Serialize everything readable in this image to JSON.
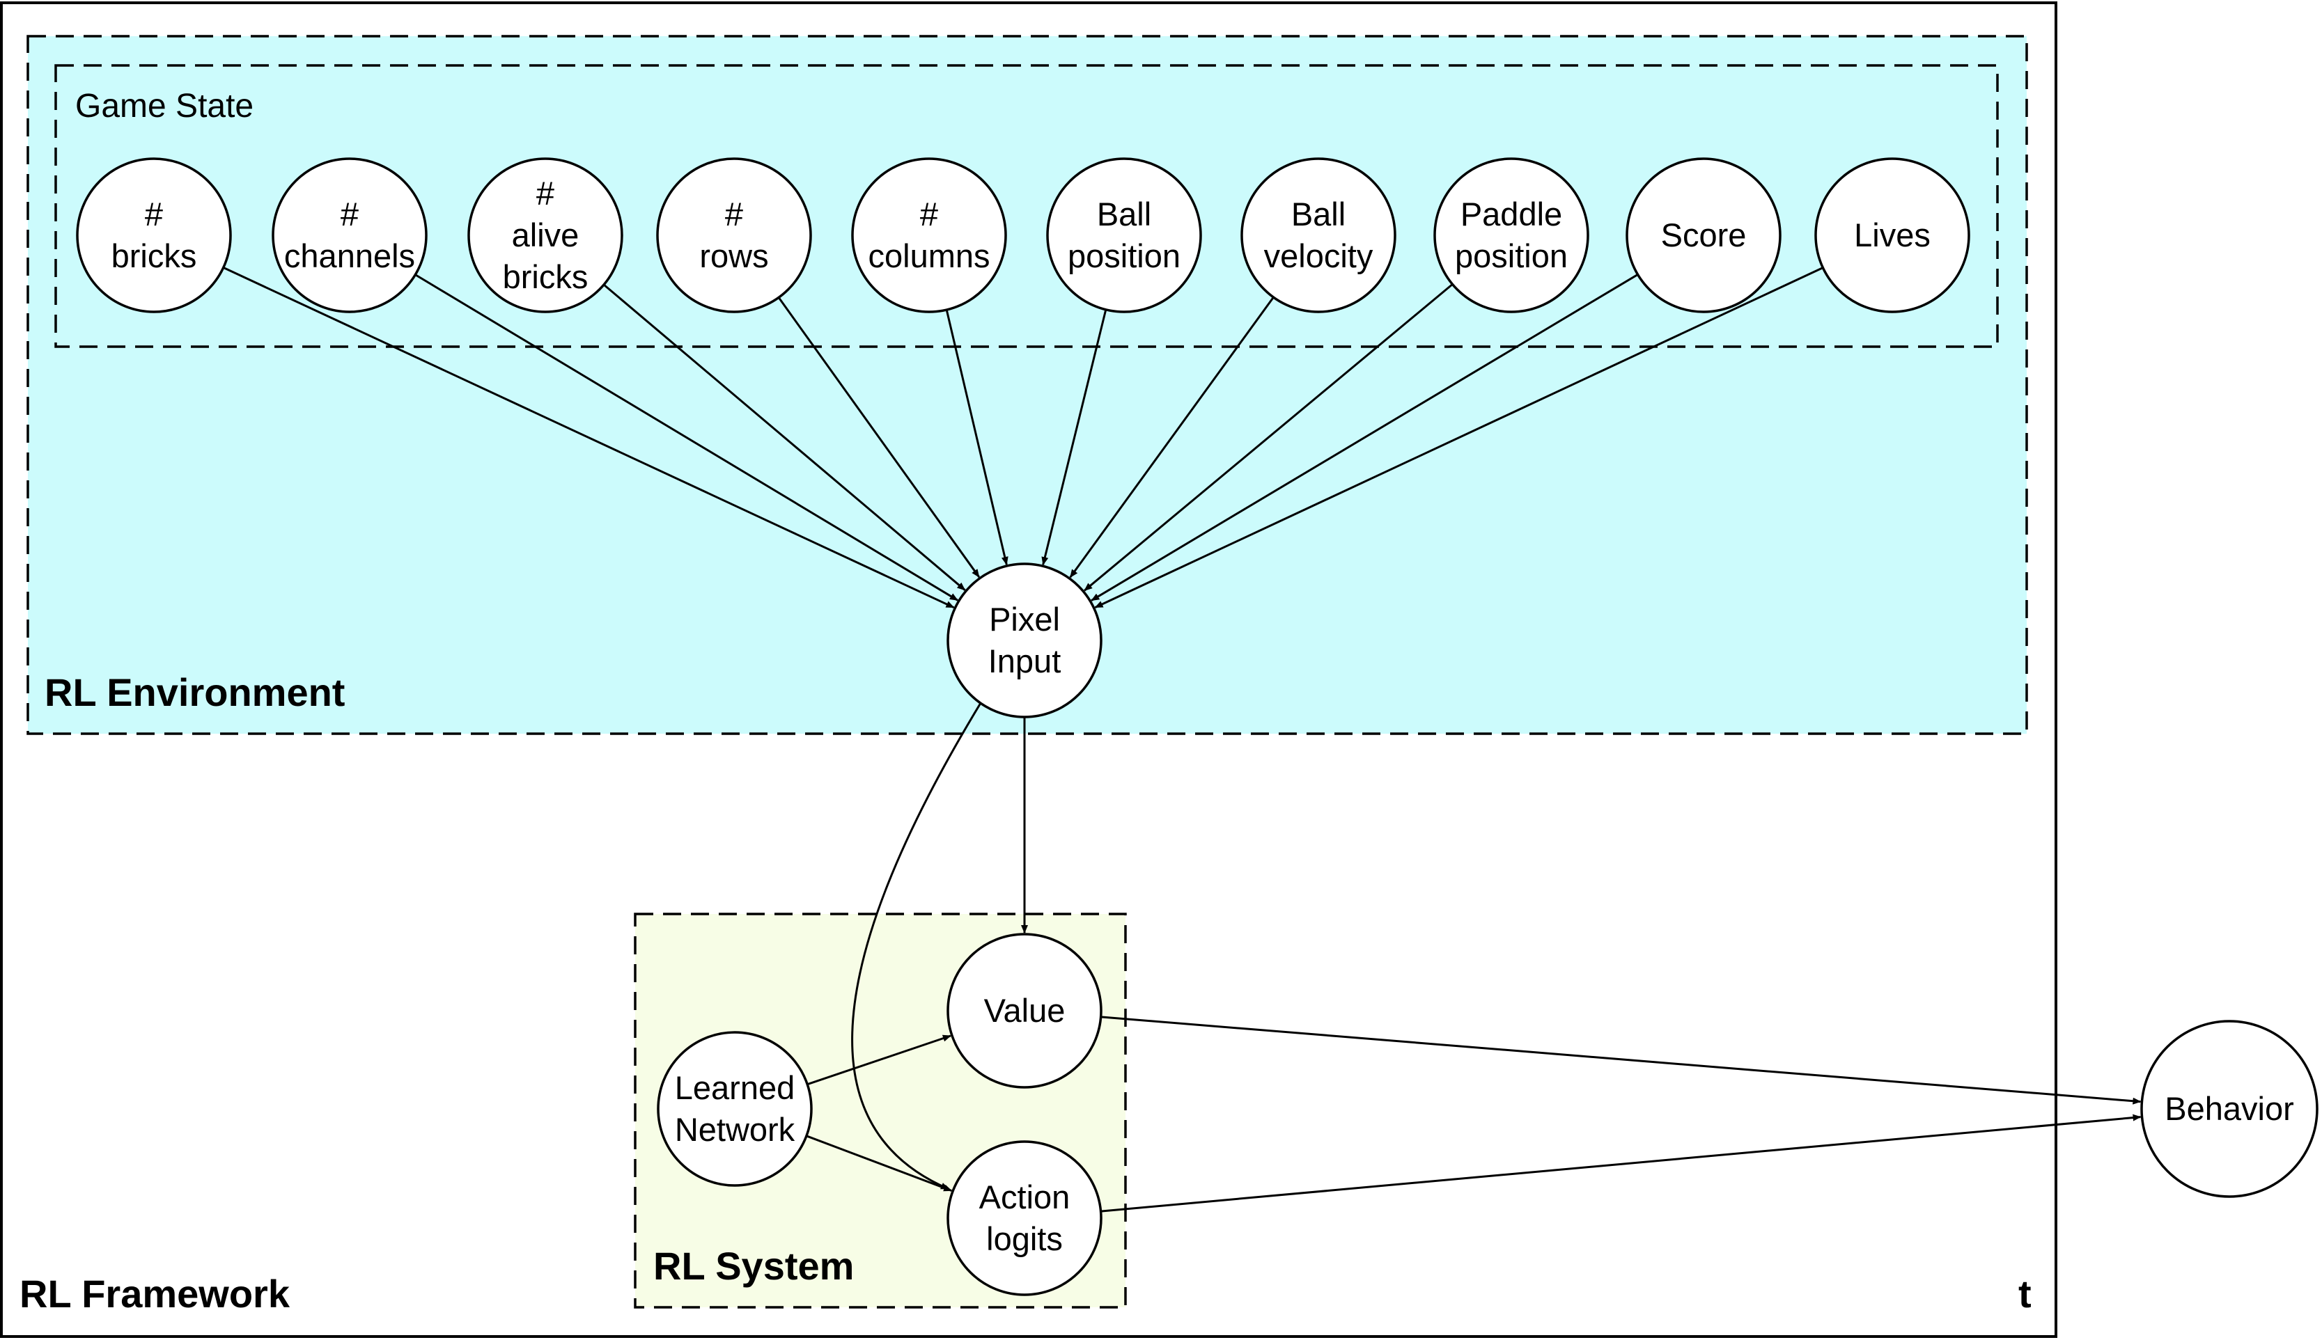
{
  "colors": {
    "environment_fill": "#ccfbfc",
    "system_fill": "#f7fde6",
    "stroke": "#000000"
  },
  "framework": {
    "label": "RL Framework",
    "time_label": "t"
  },
  "environment": {
    "label": "RL Environment"
  },
  "game_state": {
    "label": "Game State"
  },
  "system": {
    "label": "RL System"
  },
  "nodes": {
    "n_bricks": [
      "#",
      "bricks"
    ],
    "channels": [
      "#",
      "channels"
    ],
    "alive_bricks": [
      "#",
      "alive",
      "bricks"
    ],
    "rows": [
      "#",
      "rows"
    ],
    "columns": [
      "#",
      "columns"
    ],
    "ball_position": [
      "Ball",
      "position"
    ],
    "ball_velocity": [
      "Ball",
      "velocity"
    ],
    "paddle_position": [
      "Paddle",
      "position"
    ],
    "score": [
      "Score"
    ],
    "lives": [
      "Lives"
    ],
    "pixel_input": [
      "Pixel",
      "Input"
    ],
    "value": [
      "Value"
    ],
    "learned_network": [
      "Learned",
      "Network"
    ],
    "action_logits": [
      "Action",
      "logits"
    ],
    "behavior": [
      "Behavior"
    ]
  },
  "edges": [
    [
      "n_bricks",
      "pixel_input"
    ],
    [
      "channels",
      "pixel_input"
    ],
    [
      "alive_bricks",
      "pixel_input"
    ],
    [
      "rows",
      "pixel_input"
    ],
    [
      "columns",
      "pixel_input"
    ],
    [
      "ball_position",
      "pixel_input"
    ],
    [
      "ball_velocity",
      "pixel_input"
    ],
    [
      "paddle_position",
      "pixel_input"
    ],
    [
      "score",
      "pixel_input"
    ],
    [
      "lives",
      "pixel_input"
    ],
    [
      "pixel_input",
      "value"
    ],
    [
      "pixel_input",
      "action_logits"
    ],
    [
      "learned_network",
      "value"
    ],
    [
      "learned_network",
      "action_logits"
    ],
    [
      "value",
      "behavior"
    ],
    [
      "action_logits",
      "behavior"
    ]
  ]
}
